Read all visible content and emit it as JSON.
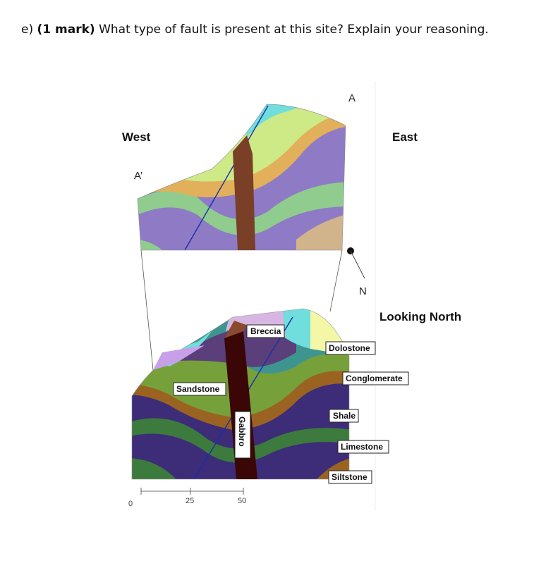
{
  "question": {
    "prefix": "e) ",
    "marks": "(1 mark)",
    "text": " What type of fault is present at this site? Explain your reasoning."
  },
  "labels": {
    "west": "West",
    "east": "East",
    "a": "A",
    "a_prime": "A’",
    "north": "N",
    "looking_north": "Looking North"
  },
  "rocks": {
    "breccia": "Breccia",
    "dolostone": "Dolostone",
    "conglomerate": "Conglomerate",
    "sandstone": "Sandstone",
    "shale": "Shale",
    "limestone": "Limestone",
    "siltstone": "Siltstone",
    "gabbro": "Gabbro"
  },
  "scale": {
    "ticks": [
      "0",
      "25",
      "50"
    ]
  },
  "colors": {
    "cyan": "#6fdedd",
    "lime": "#cdea86",
    "orange": "#e2b05a",
    "purple": "#8f7bc5",
    "green": "#8fcc8e",
    "tan": "#d2b48c",
    "gabbro": "#7a3f27",
    "dark_olive": "#76a13a",
    "dark_brown": "#9a6322",
    "dark_purple": "#3d2c78",
    "dark_green": "#3c7a3d",
    "dark_teal": "#3e9590",
    "breccia": "#d8b6e4",
    "dark_gabbro": "#3a0606",
    "fault": "#1a2ea8"
  }
}
